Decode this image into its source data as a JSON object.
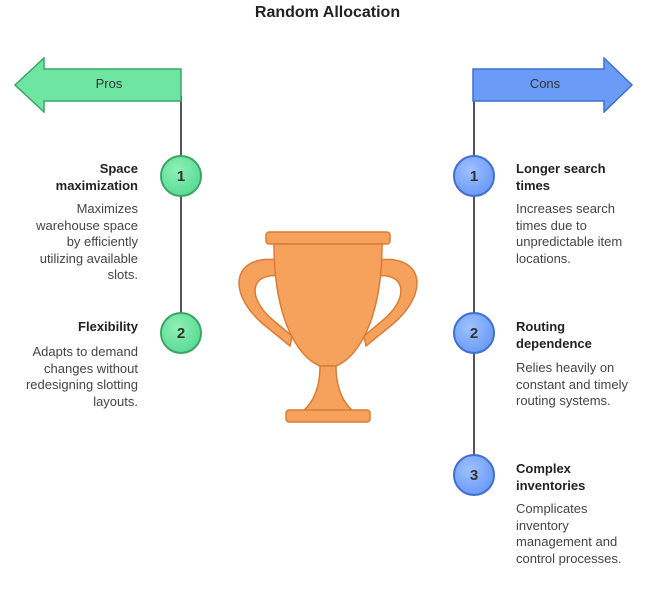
{
  "title": "Random Allocation",
  "pros": {
    "label": "Pros",
    "color": "#6ee6a2",
    "items": [
      {
        "number": "1",
        "title": "Space maximization",
        "description": "Maximizes warehouse space by efficiently utilizing available slots."
      },
      {
        "number": "2",
        "title": "Flexibility",
        "description": "Adapts to demand changes without redesigning slotting layouts."
      }
    ]
  },
  "cons": {
    "label": "Cons",
    "color": "#6a9cf7",
    "items": [
      {
        "number": "1",
        "title": "Longer search times",
        "description": "Increases search times due to unpredictable item locations."
      },
      {
        "number": "2",
        "title": "Routing dependence",
        "description": "Relies heavily on constant and timely routing systems."
      },
      {
        "number": "3",
        "title": "Complex inventories",
        "description": "Complicates inventory management and control processes."
      }
    ]
  },
  "center_icon": {
    "name": "trophy-icon",
    "color": "#f7a25c"
  }
}
